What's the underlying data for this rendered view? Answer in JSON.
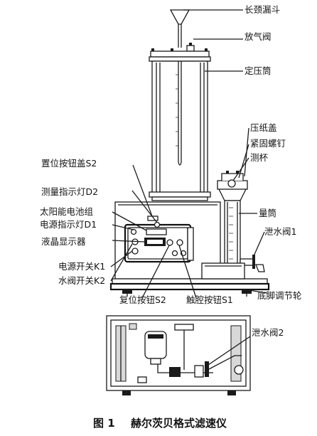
{
  "labels": {
    "funnel": "长颈漏斗",
    "vent_valve": "放气阀",
    "pressure_cylinder": "定压筒",
    "paper_press_cover": "压纸盖",
    "fastening_screw": "紧固螺钉",
    "measuring_cup": "测杯",
    "reset_button_cover": "置位按钮盖S2",
    "measure_lamp": "测量指示灯D2",
    "solar_battery": "太阳能电池组",
    "power_lamp": "电源指示灯D1",
    "lcd_display": "液晶显示器",
    "graduated_cylinder": "量筒",
    "drain_valve_1": "泄水阀1",
    "power_switch": "电源开关K1",
    "water_valve_switch": "水阀开关K2",
    "leveling_foot": "底脚调节轮",
    "reset_button": "复位按钮S2",
    "touch_button": "触腔按钮S1",
    "drain_valve_2": "泄水阀2"
  },
  "caption": {
    "number": "图 1",
    "title": "赫尔茨贝格式滤速仪"
  }
}
